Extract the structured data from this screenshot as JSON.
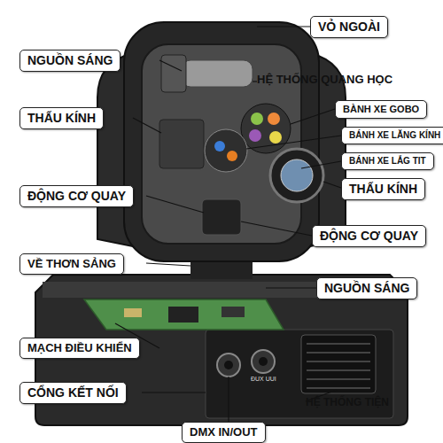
{
  "diagram": {
    "labels": [
      "VỎ NGOÀI",
      "NGUỒN SÁNG",
      "HỆ THỐNG QUANG HỌC",
      "BÀNH XE GOBO",
      "THẤU KÍNH",
      "BÁNH XE LĂNG KÍNH",
      "BÁNH XE LẮG TIT",
      "THẤU KÍNH",
      "ĐỘNG CƠ QUAY",
      "ĐỘNG CƠ QUAY",
      "VỀ THƠN SẢNG",
      "NGUỒN SÁNG",
      "MẠCH ĐIỀU KHIỂN",
      "CỔNG KẾT NỐI",
      "HỆ THỐNG TIỆN",
      "DMX IN/OUT",
      "ĐUX UUI"
    ]
  }
}
